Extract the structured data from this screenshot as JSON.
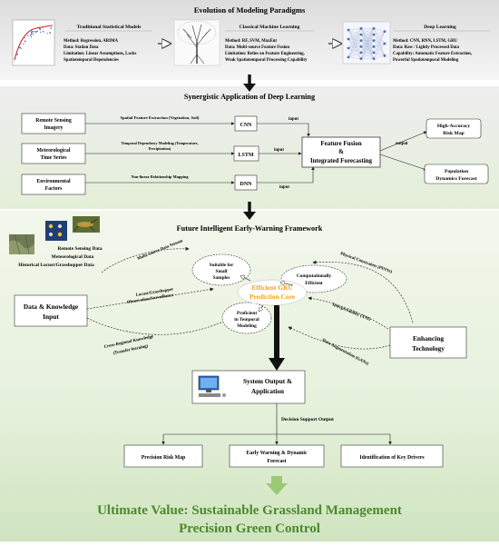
{
  "title": "Evolution of Modeling Paradigms",
  "paradigms": [
    {
      "heading": "Traditional Statistical Models",
      "lines": [
        "Method: Regression, ARIMA",
        "Data: Station Data",
        "Limitation: Linear Assumptions, Lacks",
        "Spatiotemporal Dependencies"
      ]
    },
    {
      "heading": "Classical Machine Learning",
      "lines": [
        "Method: RF, SVM, MaxEnt",
        "Data: Multi-source Feature Fusion",
        "Limitation: Relies on Feature Engineering,",
        "Weak Spatiotemporal Processing Capability"
      ]
    },
    {
      "heading": "Deep Learning",
      "lines": [
        "Method: CNN, RNN, LSTM, GRU",
        "Data: Raw / Lightly Processed Data",
        "Capability: Automatic Feature Extraction,",
        "Powerful Spatiotemporal Modeling"
      ]
    }
  ],
  "section2": {
    "title": "Synergistic Application of Deep Learning",
    "inputs": [
      [
        "Remote Sensing",
        "Imagery"
      ],
      [
        "Meteorological",
        "Time Series"
      ],
      [
        "Environmental",
        "Factors"
      ]
    ],
    "edge_labels": [
      "Spatial Feature Extraction (Vegetation, Soil)",
      "Temporal Dependency Modeling (Temperature,",
      "Precipitation)",
      "Non-linear Relationship Mapping"
    ],
    "models": [
      "CNN",
      "LSTM",
      "DNN"
    ],
    "input_word": "input",
    "fusion": [
      "Feature Fusion",
      "&",
      "Integrated Forecasting"
    ],
    "output_word": "output",
    "outputs": [
      [
        "High-Accuracy",
        "Risk Map"
      ],
      [
        "Population",
        "Dynamics Forecast"
      ]
    ]
  },
  "section3": {
    "title": "Future Intelligent Early-Warning Framework",
    "data_lines": [
      "Remote Sensing Data",
      "Meteorological Data",
      "Historical Locust/Grasshopper Data"
    ],
    "stream_label": "Multi-source Data Stream",
    "left_box": [
      "Data & Knowledge",
      "Input"
    ],
    "left_labels": [
      "Locust/Grasshopper",
      "Observation/Surveillance",
      "Cross-Regional Knowledge",
      "(Transfer learning)"
    ],
    "core": [
      "Efficient GRU",
      "Prediction Core"
    ],
    "ellipses": [
      [
        "Suitable for",
        "Small",
        "Samples"
      ],
      [
        "Computationally",
        "Efficient"
      ],
      [
        "Proficient",
        "in Temporal",
        "Modeling"
      ]
    ],
    "right_labels": [
      "Physical Constraints (PINNs)",
      "Interpretability (XAI)",
      "Data Augmentation (GANs)"
    ],
    "right_box": [
      "Enhancing",
      "Technology"
    ],
    "system": [
      "System Output &",
      "Application"
    ],
    "decision_label": "Decision Support Output",
    "apps": [
      [
        "Precision Risk Map"
      ],
      [
        "Early Warning & Dynamic",
        "Forecast"
      ],
      [
        "Identification of Key Drivers"
      ]
    ]
  },
  "ultimate": [
    "Ultimate Value: Sustainable Grassland Management",
    "Precision Green Control"
  ],
  "colors": {
    "accent": "#4a8a2c",
    "core": "#f0a020",
    "arrow": "#111111",
    "band1": "#d8d8d8",
    "band2": "#e6f0dc"
  }
}
